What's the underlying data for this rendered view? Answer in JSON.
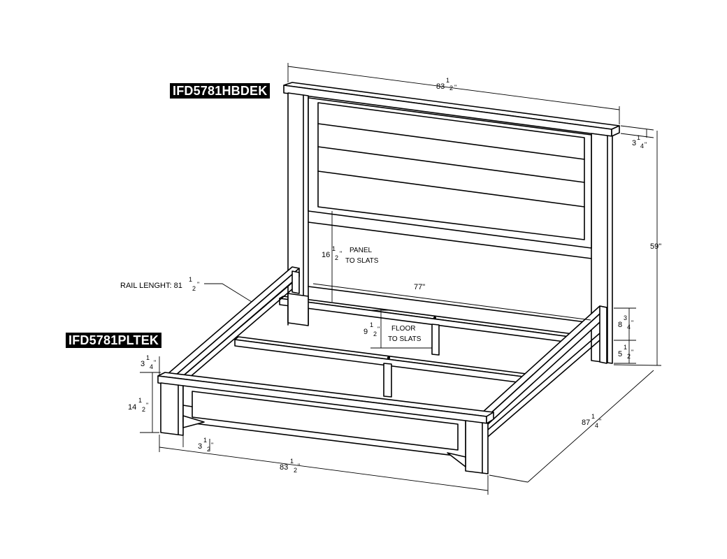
{
  "labels": {
    "headboard": "IFD5781HBDEK",
    "platform": "IFD5781PLTEK"
  },
  "dimensions": {
    "hb_width": {
      "whole": "83",
      "num": "1",
      "den": "2",
      "unit": "\""
    },
    "hb_top_thick": {
      "whole": "3",
      "num": "1",
      "den": "4",
      "unit": "\""
    },
    "hb_height": "59\"",
    "panel_to_slats": {
      "whole": "16",
      "num": "1",
      "den": "2",
      "unit": "\"",
      "note1": "PANEL",
      "note2": "TO SLATS"
    },
    "inner_width": "77\"",
    "floor_to_slats": {
      "whole": "9",
      "num": "1",
      "den": "2",
      "unit": "\"",
      "note1": "FLOOR",
      "note2": "TO SLATS"
    },
    "rail_length": {
      "prefix": "RAIL LENGHT: 81",
      "num": "1",
      "den": "2",
      "unit": "\""
    },
    "side_upper": {
      "whole": "8",
      "num": "3",
      "den": "4",
      "unit": "\""
    },
    "side_lower": {
      "whole": "5",
      "num": "1",
      "den": "2",
      "unit": "\""
    },
    "fb_top_thick": {
      "whole": "3",
      "num": "1",
      "den": "4",
      "unit": "\""
    },
    "fb_height": {
      "whole": "14",
      "num": "1",
      "den": "2",
      "unit": "\""
    },
    "leg_width": {
      "whole": "3",
      "num": "1",
      "den": "2",
      "unit": "\""
    },
    "fb_width": {
      "whole": "83",
      "num": "1",
      "den": "2",
      "unit": "\""
    },
    "overall_length": {
      "whole": "87",
      "num": "1",
      "den": "4",
      "unit": "\""
    }
  }
}
